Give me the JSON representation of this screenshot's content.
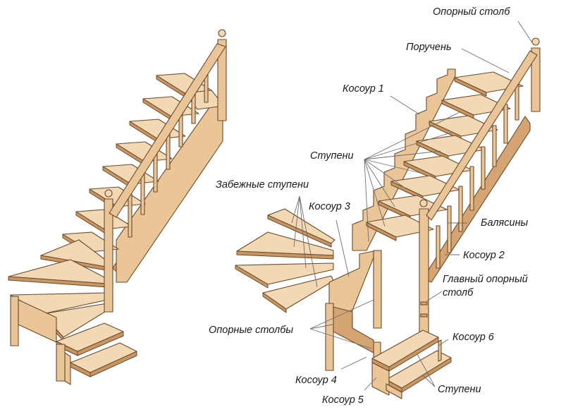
{
  "colors": {
    "background": "#ffffff",
    "wood_light": "#f2d8b3",
    "wood_mid": "#e9c597",
    "wood_dark": "#d4a472",
    "outline": "#6b4a2b",
    "leader_line": "#6e6e6e",
    "label_text": "#1a1a1a"
  },
  "labels": {
    "support_post": "Опорный столб",
    "handrail": "Поручень",
    "stringer_1": "Косоур 1",
    "steps_upper": "Ступени",
    "winder_steps": "Забежные ступени",
    "stringer_3": "Косоур 3",
    "balusters": "Балясины",
    "stringer_2": "Косоур 2",
    "main_support_post_line1": "Главный опорный",
    "main_support_post_line2": "столб",
    "support_posts": "Опорные столбы",
    "stringer_6": "Косоур 6",
    "stringer_4": "Косоур 4",
    "steps_lower": "Ступени",
    "stringer_5": "Косоур 5"
  }
}
